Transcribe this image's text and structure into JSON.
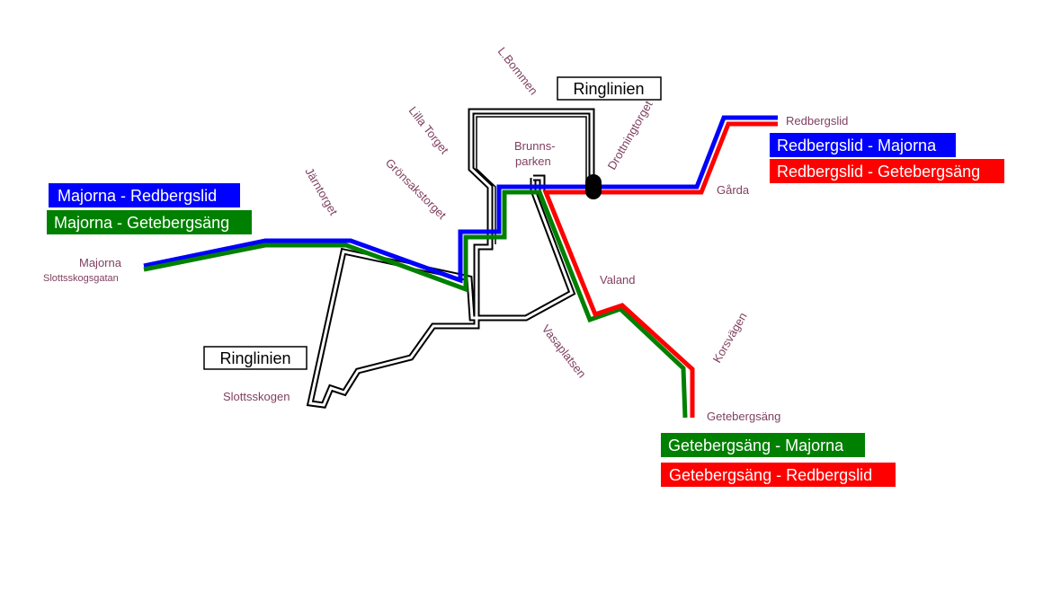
{
  "colors": {
    "blue_line": "#0000ff",
    "green_line": "#008000",
    "red_line": "#ff0000",
    "ring_line": "#000000",
    "stop_text": "#7f3f5f"
  },
  "stops": {
    "majorna": "Majorna",
    "slottsskogsgatan": "Slottsskogsgatan",
    "jarntorget": "Järntorget",
    "gronsakstorget": "Grönsakstorget",
    "lilla_torget": "Lilla Torget",
    "l_bommen": "L.Bommen",
    "brunnsparken_1": "Brunns-",
    "brunnsparken_2": "parken",
    "drottningtorget": "Drottningtorget",
    "redbergslid": "Redbergslid",
    "garda": "Gårda",
    "valand": "Valand",
    "vasaplatsen": "Vasaplatsen",
    "korsvagen": "Korsvägen",
    "getebergsang": "Getebergsäng",
    "slottsskogen": "Slottsskogen"
  },
  "route_labels": {
    "majorna_redbergslid": "Majorna - Redbergslid",
    "majorna_getebergsang": "Majorna - Getebergsäng",
    "redbergslid_majorna": "Redbergslid - Majorna",
    "redbergslid_getebergsang": "Redbergslid - Getebergsäng",
    "getebergsang_majorna": "Getebergsäng - Majorna",
    "getebergsang_redbergslid": "Getebergsäng - Redbergslid"
  },
  "ring_labels": {
    "top": "Ringlinien",
    "bottom": "Ringlinien"
  }
}
